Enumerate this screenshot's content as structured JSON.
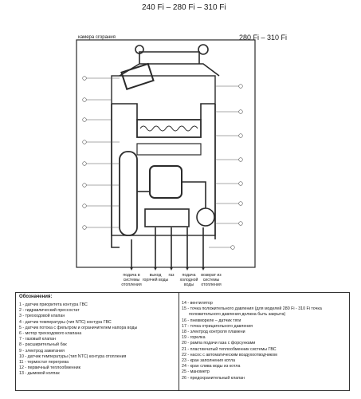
{
  "header": {
    "title": "240 Fi – 280 Fi – 310 Fi",
    "subtitle": "280 Fi – 310 Fi",
    "chamber_label": "камера сгорания"
  },
  "bottom_labels": [
    "подача в системы отопления",
    "выход горячей воды",
    "газ",
    "подача холодной воды",
    "возврат из системы отопления"
  ],
  "legend": {
    "title": "Обозначения:",
    "left": [
      "1 - датчик приоритета контура ГВС",
      "2 - гидравлический прессостат",
      "3 - трехходовой клапан",
      "4 - датчик температуры (тип NTC) контура ГВС",
      "5 - датчик потока с фильтром и ограничителем напора воды",
      "6 - мотор трехходового клапана",
      "7 - газовый клапан",
      "8 - расширительный бак",
      "9 - электрод зажигания",
      "10 - датчик температуры (тип NTC) контура отопления",
      "11 - термостат перегрева",
      "12 - первичный теплообменник",
      "13 - дымовой колпак"
    ],
    "right": [
      "14 - вентилятор",
      "15 - точка положительного давления (для моделей 280 Fi - 310 Fi точка положительного давления должна быть закрыта)",
      "16 - пневмореле – датчик тяги",
      "17 - точка отрицательного давления",
      "18 - электрод контроля пламени",
      "19 - горелка",
      "20 - рампа подачи газа с форсунками",
      "21 - пластинчатый теплообменник системы ГВС",
      "22 - насос с автоматическим воздухоотводчиком",
      "23 - кран заполнения котла",
      "24 - кран слива воды из котла",
      "25 - манометр",
      "26 - предохранительный клапан"
    ]
  }
}
